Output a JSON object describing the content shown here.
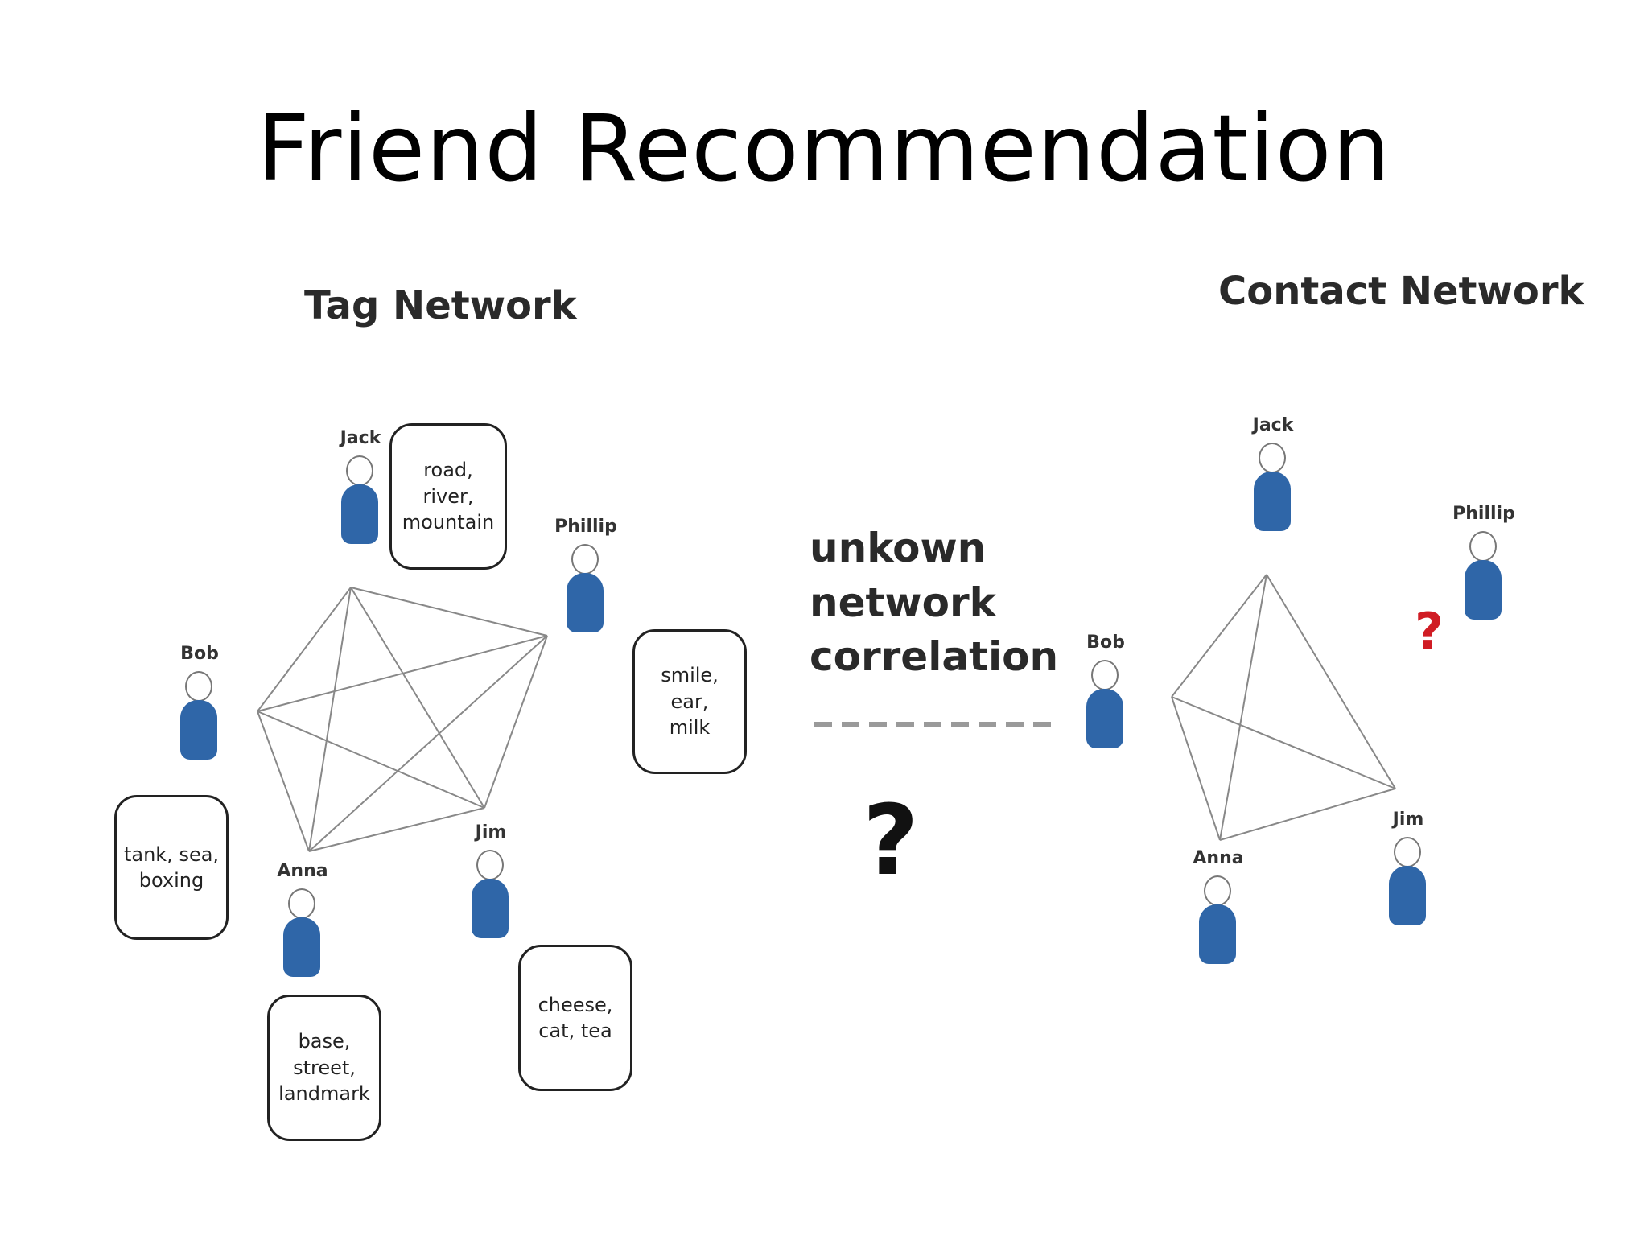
{
  "title": "Friend Recommendation",
  "tag_network": {
    "title": "Tag Network",
    "people": {
      "jack": "Jack",
      "phillip": "Phillip",
      "bob": "Bob",
      "anna": "Anna",
      "jim": "Jim"
    },
    "tags": {
      "jack": "road,\nriver,\nmountain",
      "phillip": "smile, ear,\nmilk",
      "bob": "tank, sea,\nboxing",
      "anna": "base,\nstreet,\nlandmark",
      "jim": "cheese,\ncat, tea"
    }
  },
  "contact_network": {
    "title": "Contact Network",
    "people": {
      "jack": "Jack",
      "phillip": "Phillip",
      "bob": "Bob",
      "anna": "Anna",
      "jim": "Jim"
    },
    "unknown_link": "?"
  },
  "middle": {
    "label": "unkown\nnetwork\ncorrelation",
    "question": "?"
  },
  "colors": {
    "person_body": "#2f66a8",
    "question_red": "#d01c24",
    "edge": "#888888",
    "dash": "#9a9a9a"
  }
}
